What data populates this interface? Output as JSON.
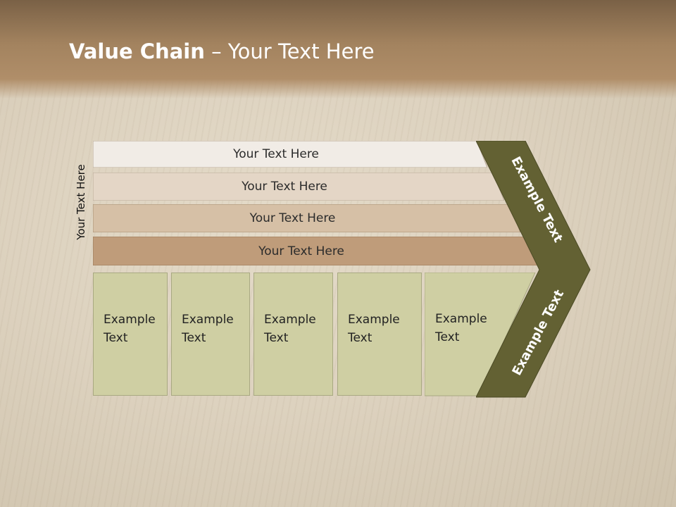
{
  "title": {
    "bold": "Value Chain",
    "rest": " – Your Text Here"
  },
  "side_label": "Your Text Here",
  "rows": [
    {
      "label": "Your Text Here"
    },
    {
      "label": "Your Text Here"
    },
    {
      "label": "Your Text Here"
    },
    {
      "label": "Your Text Here"
    }
  ],
  "boxes": [
    {
      "label": "Example Text"
    },
    {
      "label": "Example Text"
    },
    {
      "label": "Example Text"
    },
    {
      "label": "Example Text"
    },
    {
      "label": "Example Text"
    }
  ],
  "chevron": {
    "upper": "Example Text",
    "lower": "Example Text"
  },
  "colors": {
    "row1": "#f1ece6",
    "row2": "#e4d6c6",
    "row3": "#d6c0a6",
    "row4": "#bf9c7a",
    "box": "#cfcfa3",
    "chevron": "#636133"
  }
}
